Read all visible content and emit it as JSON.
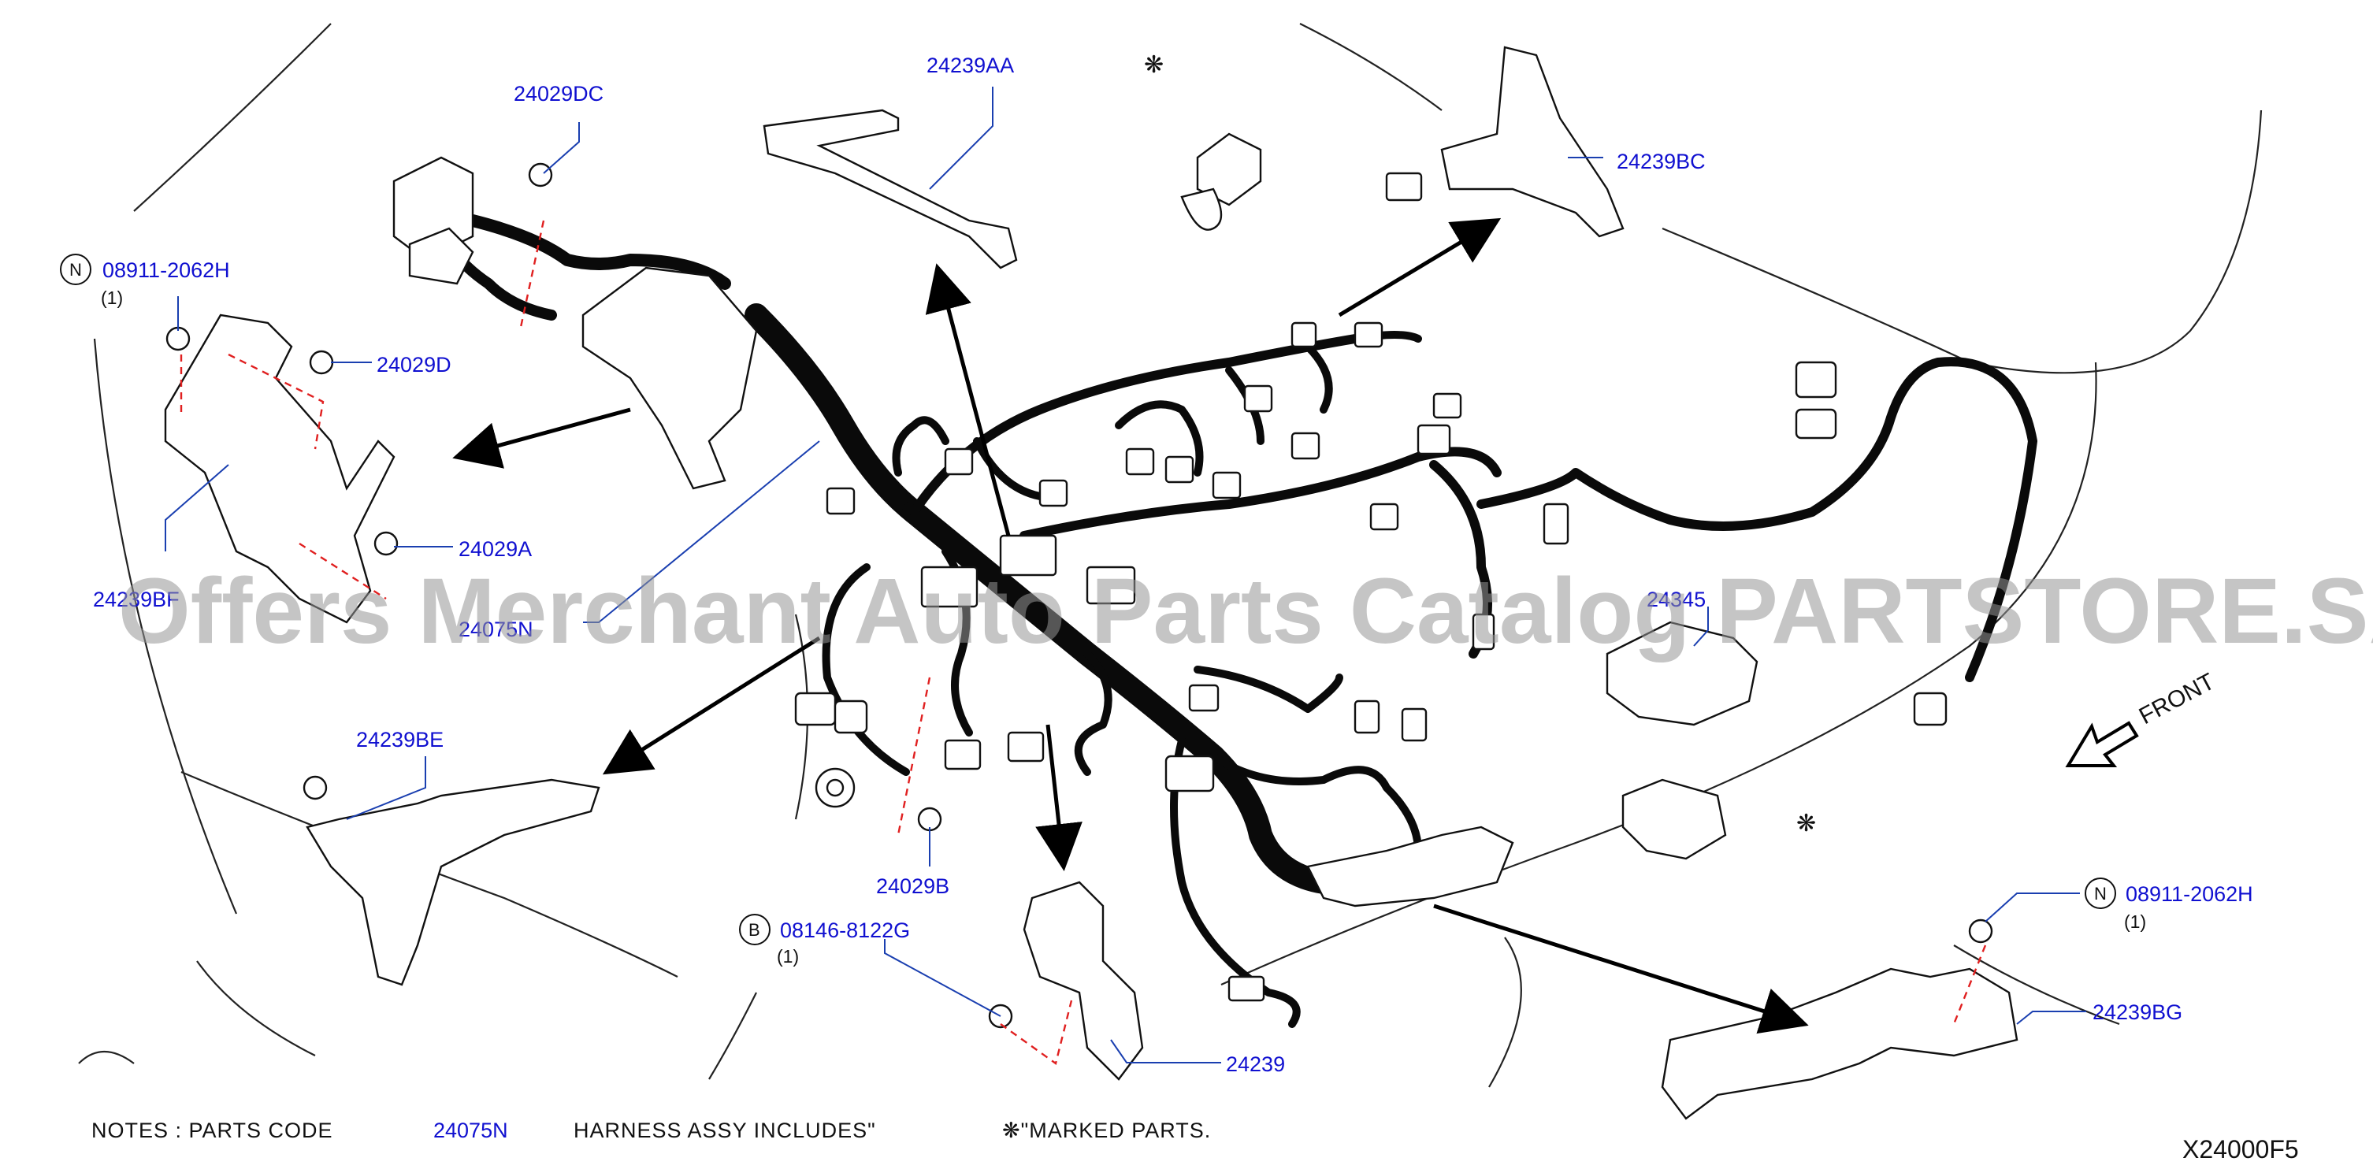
{
  "diagram": {
    "code": "X24000F5",
    "watermark": "Offers Merchant Auto Parts Catalog PARTSTORE.SA",
    "front_label": "FRONT",
    "marked_symbol": "❋",
    "notes": {
      "prefix": "NOTES  :  PARTS  CODE",
      "code": "24075N",
      "middle": "HARNESS  ASSY  INCLUDES\"",
      "suffix": "❋\"MARKED  PARTS."
    },
    "labels": {
      "p24239AA": "24239AA",
      "p24029DC": "24029DC",
      "p24239BC": "24239BC",
      "p08911_left": "08911-2062H",
      "p08911_left_qty": "(1)",
      "p08911_left_circle": "N",
      "p24029D": "24029D",
      "p24029A": "24029A",
      "p24239BF": "24239BF",
      "p24075N": "24075N",
      "p24345": "24345",
      "p24239BE": "24239BE",
      "p24029B": "24029B",
      "p08146": "08146-8122G",
      "p08146_qty": "(1)",
      "p08146_circle": "B",
      "p24239": "24239",
      "p08911_right": "08911-2062H",
      "p08911_right_qty": "(1)",
      "p08911_right_circle": "N",
      "p24239BG": "24239BG"
    }
  }
}
